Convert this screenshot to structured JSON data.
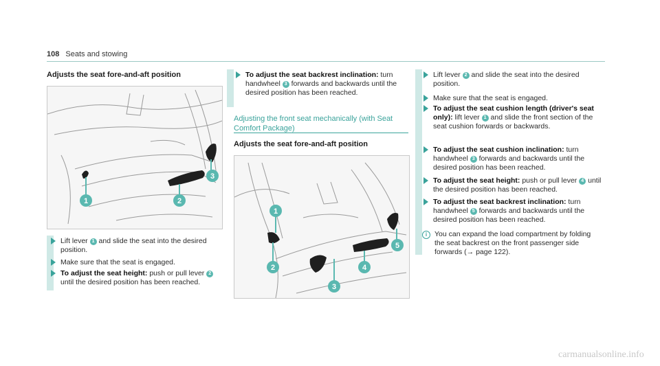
{
  "header": {
    "page_number": "108",
    "chapter": "Seats and stowing"
  },
  "col1": {
    "heading": "Adjusts the seat fore-and-aft position",
    "figure_callouts": [
      "1",
      "2",
      "3"
    ],
    "steps": [
      {
        "pre": "Lift lever ",
        "num": "1",
        "post": " and slide the seat into the desired position."
      },
      {
        "pre": "Make sure that the seat is engaged."
      },
      {
        "bold": "To adjust the seat height:",
        "pre": " push or pull lever ",
        "num": "2",
        "post": " until the desired position has been reached."
      }
    ]
  },
  "col2": {
    "step": {
      "bold": "To adjust the seat backrest inclination:",
      "pre": " turn handwheel ",
      "num": "3",
      "post": " forwards and backwards until the desired position has been reached."
    },
    "link_heading": "Adjusting the front seat mechanically (with Seat Comfort Package)",
    "heading": "Adjusts the seat fore-and-aft position",
    "figure_callouts": [
      "1",
      "2",
      "3",
      "4",
      "5"
    ]
  },
  "col3": {
    "steps": [
      {
        "pre": "Lift lever ",
        "num": "2",
        "post": " and slide the seat into the desired position."
      },
      {
        "pre": "Make sure that the seat is engaged."
      },
      {
        "bold": "To adjust the seat cushion length (driver's seat only):",
        "pre": " lift lever ",
        "num": "1",
        "post": " and slide the front section of the seat cushion forwards or backwards."
      },
      {
        "bold": "To adjust the seat cushion inclination:",
        "pre": " turn handwheel ",
        "num": "3",
        "post": " forwards and backwards until the desired position has been reached."
      },
      {
        "bold": "To adjust the seat height:",
        "pre": " push or pull lever ",
        "num": "4",
        "post": " until the desired position has been reached."
      },
      {
        "bold": "To adjust the seat backrest inclination:",
        "pre": " turn handwheel ",
        "num": "5",
        "post": " forwards and backwards until the desired position has been reached."
      }
    ],
    "info_symbol": "i",
    "info_text": "You can expand the load compartment by folding the seat backrest on the front passenger side forwards (→ page 122)."
  },
  "footer": {
    "watermark": "carmanualsonline.info"
  },
  "colors": {
    "accent": "#3aa39b",
    "bar": "#cfe9e6",
    "callout": "#5ab8b0"
  }
}
